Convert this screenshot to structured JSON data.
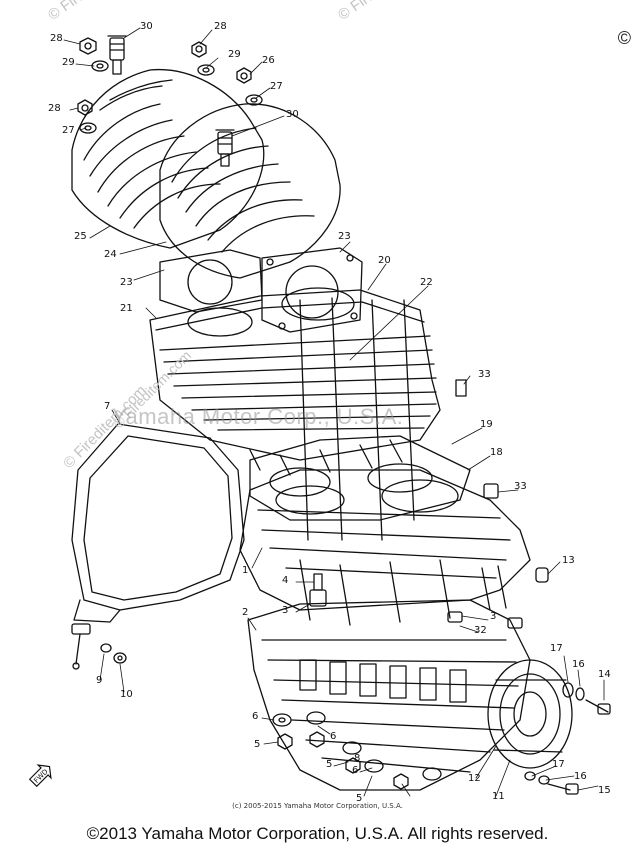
{
  "watermarks": {
    "main": "Yamaha Motor Corp., U.S.A.",
    "fireitem_1": "© Fireditem",
    "fireitem_2": "© Fireditem",
    "fireitem_3": "© Fireditem.com",
    "fireitem_4": "© Fireditem.com",
    "corner_mark": "©"
  },
  "fwd_label": "FWD",
  "inner_copyright": "(c) 2005-2015 Yamaha Motor Corporation, U.S.A.",
  "footer_copyright": "©2013 Yamaha Motor Corporation, U.S.A. All rights reserved.",
  "callouts": [
    {
      "id": "c30a",
      "text": "30"
    },
    {
      "id": "c28a",
      "text": "28"
    },
    {
      "id": "c28b",
      "text": "28"
    },
    {
      "id": "c29a",
      "text": "29"
    },
    {
      "id": "c29b",
      "text": "29"
    },
    {
      "id": "c26a",
      "text": "26"
    },
    {
      "id": "c27a",
      "text": "27"
    },
    {
      "id": "c28c",
      "text": "28"
    },
    {
      "id": "c27b",
      "text": "27"
    },
    {
      "id": "c30b",
      "text": "30"
    },
    {
      "id": "c25",
      "text": "25"
    },
    {
      "id": "c24",
      "text": "24"
    },
    {
      "id": "c23a",
      "text": "23"
    },
    {
      "id": "c23b",
      "text": "23"
    },
    {
      "id": "c20",
      "text": "20"
    },
    {
      "id": "c22",
      "text": "22"
    },
    {
      "id": "c21",
      "text": "21"
    },
    {
      "id": "c33a",
      "text": "33"
    },
    {
      "id": "c7",
      "text": "7"
    },
    {
      "id": "c19",
      "text": "19"
    },
    {
      "id": "c18",
      "text": "18"
    },
    {
      "id": "c33b",
      "text": "33"
    },
    {
      "id": "c1",
      "text": "1"
    },
    {
      "id": "c13",
      "text": "13"
    },
    {
      "id": "c4",
      "text": "4"
    },
    {
      "id": "c3a",
      "text": "3"
    },
    {
      "id": "c3b",
      "text": "3"
    },
    {
      "id": "c32",
      "text": "32"
    },
    {
      "id": "c2",
      "text": "2"
    },
    {
      "id": "c9",
      "text": "9"
    },
    {
      "id": "c10",
      "text": "10"
    },
    {
      "id": "c17a",
      "text": "17"
    },
    {
      "id": "c16a",
      "text": "16"
    },
    {
      "id": "c14",
      "text": "14"
    },
    {
      "id": "c6a",
      "text": "6"
    },
    {
      "id": "c5a",
      "text": "5"
    },
    {
      "id": "c6b",
      "text": "6"
    },
    {
      "id": "c5b",
      "text": "5"
    },
    {
      "id": "c6c",
      "text": "6"
    },
    {
      "id": "c8",
      "text": "8"
    },
    {
      "id": "c5c",
      "text": "5"
    },
    {
      "id": "c12",
      "text": "12"
    },
    {
      "id": "c11",
      "text": "11"
    },
    {
      "id": "c17b",
      "text": "17"
    },
    {
      "id": "c16b",
      "text": "16"
    },
    {
      "id": "c15",
      "text": "15"
    }
  ]
}
